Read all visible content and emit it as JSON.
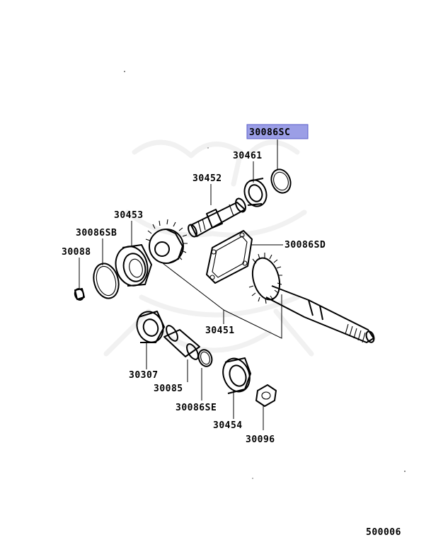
{
  "diagram": {
    "highlight_color": "#9b9ee6",
    "labels": {
      "p30086SC": "30086SC",
      "p30461": "30461",
      "p30452": "30452",
      "p30453": "30453",
      "p30086SB": "30086SB",
      "p30088": "30088",
      "p30086SD": "30086SD",
      "p30451": "30451",
      "p30307": "30307",
      "p30085": "30085",
      "p30086SE": "30086SE",
      "p30454": "30454",
      "p30096": "30096"
    },
    "footer_code": "500006"
  }
}
